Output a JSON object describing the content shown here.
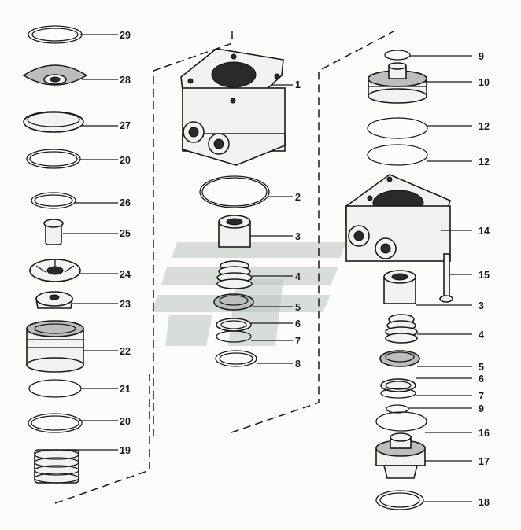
{
  "labels": {
    "l1": "1",
    "l2": "2",
    "l3a": "3",
    "l3b": "3",
    "l4a": "4",
    "l4b": "4",
    "l5a": "5",
    "l5b": "5",
    "l6a": "6",
    "l6b": "6",
    "l7a": "7",
    "l7b": "7",
    "l8": "8",
    "l9a": "9",
    "l9b": "9",
    "l10": "10",
    "l12a": "12",
    "l12b": "12",
    "l14": "14",
    "l15": "15",
    "l16": "16",
    "l17": "17",
    "l18": "18",
    "l19": "19",
    "l20a": "20",
    "l20b": "20",
    "l21": "21",
    "l22": "22",
    "l23": "23",
    "l24": "24",
    "l25": "25",
    "l26": "26",
    "l27": "27",
    "l28": "28",
    "l29": "29"
  },
  "colors": {
    "line": "#1a1a1a",
    "watermark": "#b9c3c0"
  }
}
